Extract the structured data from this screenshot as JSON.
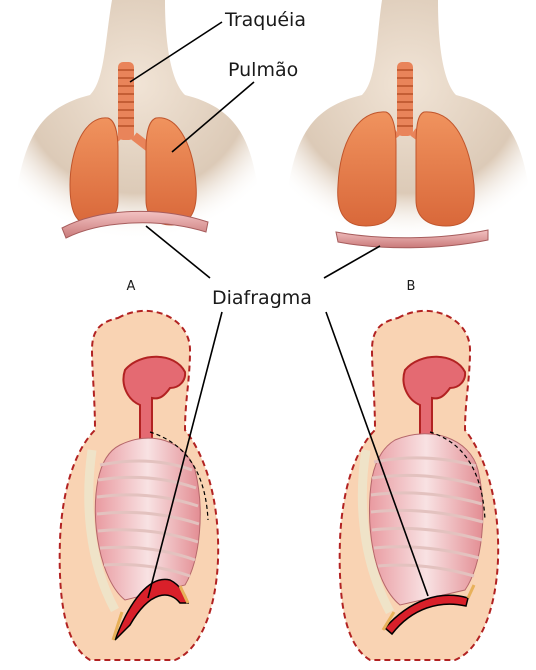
{
  "labels": {
    "trachea": "Traquéia",
    "lung": "Pulmão",
    "diaphragm": "Diafragma",
    "panel_a": "A",
    "panel_b": "B"
  },
  "colors": {
    "skin": "#e6d6c4",
    "lung": "#e8804e",
    "diaphragm": "#e7a6a6",
    "body_fill": "#f9d3b3",
    "outline_dash": "#b22222",
    "rib": "#f3d1cf",
    "line": "#000000"
  }
}
